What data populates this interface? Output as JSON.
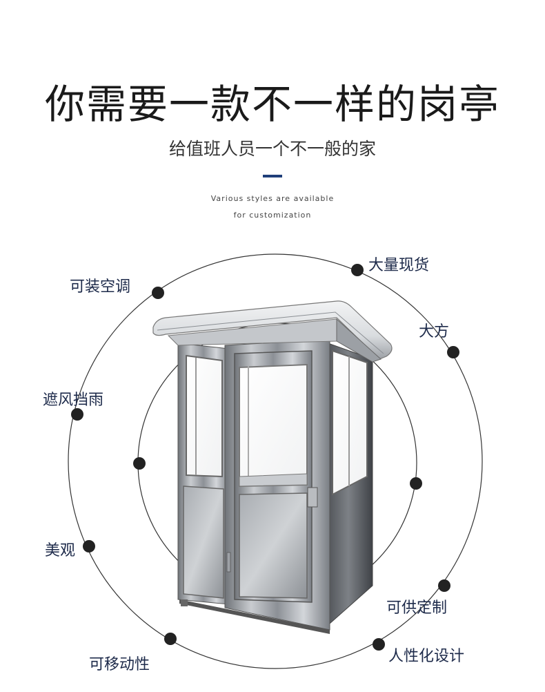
{
  "heading": {
    "title": "你需要一款不一样的岗亭",
    "subtitle": "给值班人员一个不一般的家",
    "english_line1": "Various styles are available",
    "english_line2": "for customization"
  },
  "features": [
    {
      "label": "可装空调"
    },
    {
      "label": "大量现货"
    },
    {
      "label": "大方"
    },
    {
      "label": "遮风挡雨"
    },
    {
      "label": "美观"
    },
    {
      "label": "可供定制"
    },
    {
      "label": "可移动性"
    },
    {
      "label": "人性化设计"
    }
  ],
  "colors": {
    "accent": "#1f3f7a",
    "dots": "#222222",
    "feature_text": "#1d2a4a",
    "ring": "#333333"
  },
  "product_image": {
    "subject": "stainless-steel-guard-booth"
  }
}
